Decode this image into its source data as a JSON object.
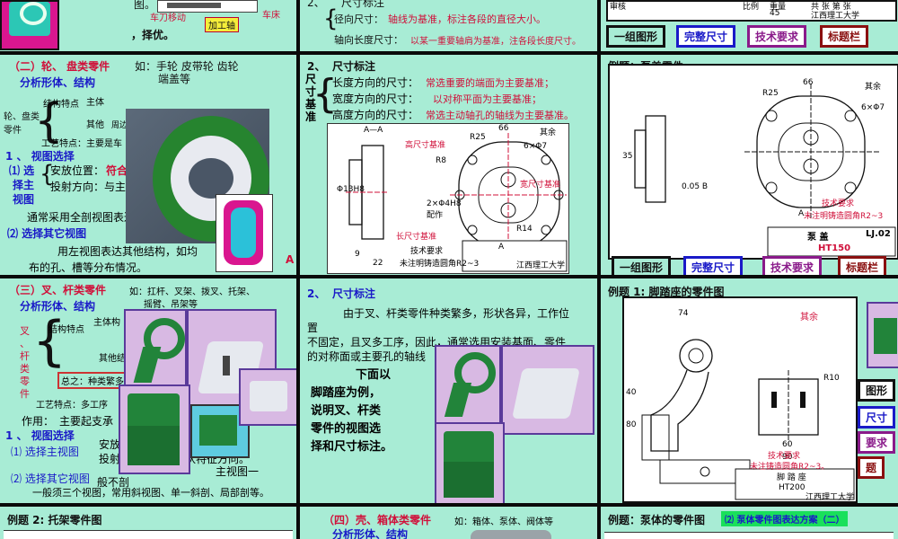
{
  "panels": {
    "p1": {
      "top_label_a": "图。",
      "knife_label": "车刀移动",
      "lathe_label": "车床",
      "machining_label": "加工轴",
      "select_text": "，择优。"
    },
    "p2": {
      "num": "2、",
      "title": "尺寸标注",
      "radial": "径向尺寸：",
      "radial_red": "轴线为基准，标注各段的直径大小。",
      "axial": "轴向长度尺寸：",
      "axial_red": "以某一重要轴肩为基准，注各段长度尺寸。"
    },
    "p3": {
      "table_num": "45",
      "table_school": "江西理工大学",
      "table_cells": [
        "审核",
        "比例",
        "重量",
        "共 张 第 张"
      ],
      "tags": [
        "一组图形",
        "完整尺寸",
        "技术要求",
        "标题栏"
      ]
    },
    "p4": {
      "heading": "（二）轮、 盘类零件",
      "examples": "如：手轮 皮带轮 齿轮",
      "examples2": "端盖等",
      "analysis": "分析形体、结构",
      "side": "轮、盘类零件",
      "struct_feat": "结构特点",
      "main_label": "主体",
      "other_label": "其他",
      "around": "周边",
      "process": "工艺特点：主要是车",
      "s1": "1 、 视图选择",
      "s1a": "⑴ 选",
      "s1b": "择主",
      "s1c": "视图",
      "install": "安放位置：",
      "install_red": "符合",
      "project": "投射方向：与主",
      "common": "通常采用全剖视图表达",
      "s2": "⑵ 选择其它视图",
      "left_view": "用左视图表达其他结构，如均",
      "left_view2": "布的孔、槽等分布情况。",
      "arrow_a": "A"
    },
    "p5": {
      "num": "2、",
      "title": "尺寸标注",
      "side": [
        "尺",
        "寸",
        "基",
        "准"
      ],
      "len_label": "长度方向的尺寸：",
      "len_red": "常选重要的端面为主要基准；",
      "wid_label": "宽度方向的尺寸：",
      "wid_red": "以对称平面为主要基准；",
      "hei_label": "高度方向的尺寸：",
      "hei_red": "常选主动轴孔的轴线为主要基准。",
      "dwg_aa": "A—A",
      "dwg_note1": "高尺寸基准",
      "dwg_note2": "宽尺寸基准",
      "dwg_note3": "长尺寸基准",
      "dwg_tech": "技术要求",
      "dwg_tech2": "未注明铸造圆角R2~3",
      "dwg_school": "江西理工大学",
      "dwg_rest": "其余",
      "dims": [
        "66",
        "R25",
        "6×Φ7",
        "Φ13H8",
        "R8",
        "R14",
        "22",
        "9",
        "2×Φ4H8 配作",
        "A"
      ]
    },
    "p6": {
      "title": "例题：泵盖零件",
      "title2": "图",
      "tech": "技术要求",
      "tech2": "未注明铸造圆角R2~3",
      "name": "泵 盖",
      "code": "LJ.02",
      "material": "HT150",
      "rest": "其余",
      "tags": [
        "一组图形",
        "完整尺寸",
        "技术要求",
        "标题栏"
      ],
      "dims": [
        "66",
        "R25",
        "6×Φ7",
        "A",
        "35",
        "0.05 B"
      ]
    },
    "p7": {
      "heading": "（三）叉、杆类零件",
      "examples": "如：扛杆、叉架、拨叉、托架、",
      "examples2": "摇臂、吊架等",
      "analysis": "分析形体、结构",
      "side": [
        "叉",
        "、",
        "杆",
        "类",
        "零",
        "件"
      ],
      "struct_feat": "结构特点",
      "main_part": "主体构",
      "other_part": "其他结",
      "summary": "总之：种类繁多",
      "process": "工艺特点：多工序",
      "role": "作用：",
      "role2": "主要起支承",
      "s1": "1 、 视图选择",
      "s1a": "⑴ 选择主视图",
      "install": "安放",
      "project": "投射方向：显示形状特征方向。",
      "main_view1": "主视图一",
      "s2": "⑵ 选择其它视图",
      "general": "一般须三个视图，常用斜视图、单一斜剖、局部剖等。",
      "general2": "般不剖"
    },
    "p8": {
      "num": "2、",
      "title": "尺寸标注",
      "body1": "由于叉、杆类零件种类繁多，形状各异，工作位",
      "body2": "置",
      "body3": "不固定，且叉多工序，因此，通常选用安装基面、零件",
      "body4": "的对称面或主要孔的轴线",
      "example1": "下面以",
      "example2": "脚踏座为例，",
      "example3": "说明叉、杆类",
      "example4": "零件的视图选",
      "example5": "择和尺寸标注。"
    },
    "p9": {
      "title": "例题 1: 脚踏座的零件图",
      "rest": "其余",
      "tech": "技术要求",
      "tech2": "未注铸造圆角R2~3。",
      "name": "脚 踏 座",
      "material": "HT200",
      "school": "江西理工大学",
      "tags": [
        "图形",
        "尺寸",
        "要求",
        "题"
      ],
      "dims": [
        "R10",
        "60",
        "90",
        "80",
        "74",
        "40"
      ]
    },
    "p10": {
      "title": "例题 2: 托架零件图"
    },
    "p11": {
      "heading": "（四）壳、箱体类零件",
      "examples": "如：箱体、泵体、阀体等",
      "analysis": "分析形体、结构"
    },
    "p12": {
      "title": "例题：泵体的零件图",
      "badge": "⑵ 泵体零件图表达方案（二）"
    }
  },
  "colors": {
    "panel_bg": "#a8ecd5",
    "accent_red": "#d0103a",
    "accent_blue": "#1a1ac8",
    "part_green": "#1f8a3a",
    "frame_purple": "#c79ad6",
    "magenta": "#e0148c"
  }
}
